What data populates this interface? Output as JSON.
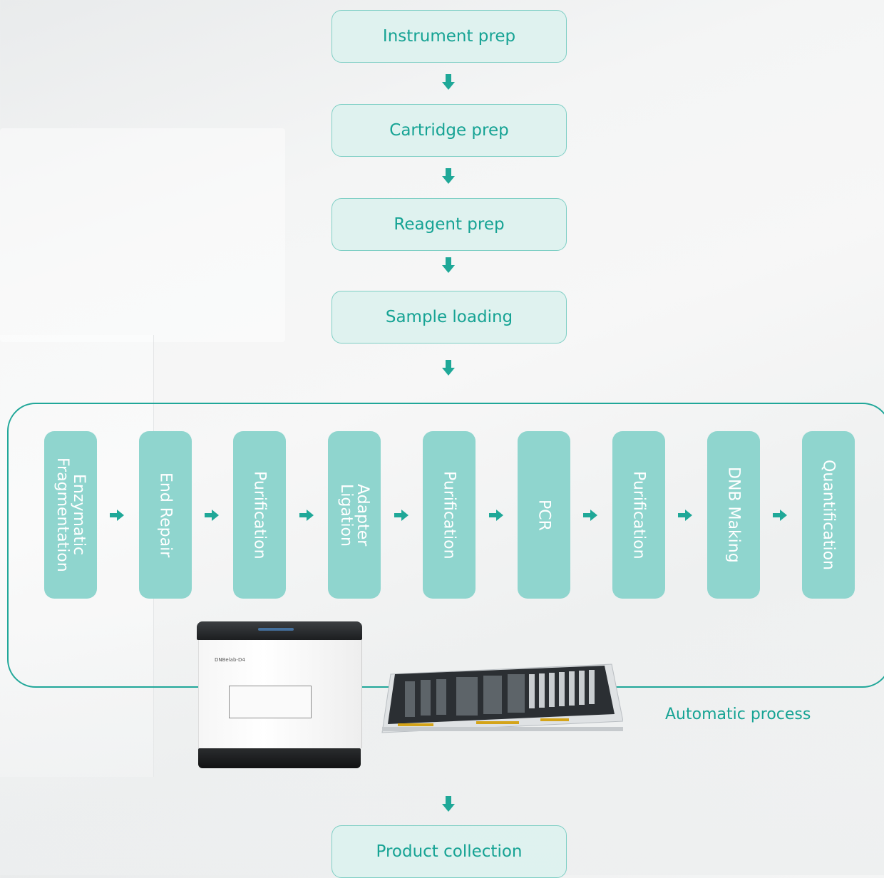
{
  "steps": {
    "instrument_prep": "Instrument prep",
    "cartridge_prep": "Cartridge prep",
    "reagent_prep": "Reagent prep",
    "sample_loading": "Sample loading",
    "product_collection": "Product collection"
  },
  "automatic_process": {
    "caption": "Automatic process",
    "steps": [
      "Enzymatic\nFragmentation",
      "End Repair",
      "Purification",
      "Adapter\nLigation",
      "Purification",
      "PCR",
      "Purification",
      "DNB Making",
      "Quantification"
    ]
  },
  "device": {
    "label": "DNBelab-D4"
  },
  "colors": {
    "accent": "#16a394",
    "frame": "#20a799",
    "pill": "#8fd5ce",
    "box_fill": "#ddf1ee",
    "box_border": "#7fcfc5",
    "arrow": "#1fa898"
  }
}
